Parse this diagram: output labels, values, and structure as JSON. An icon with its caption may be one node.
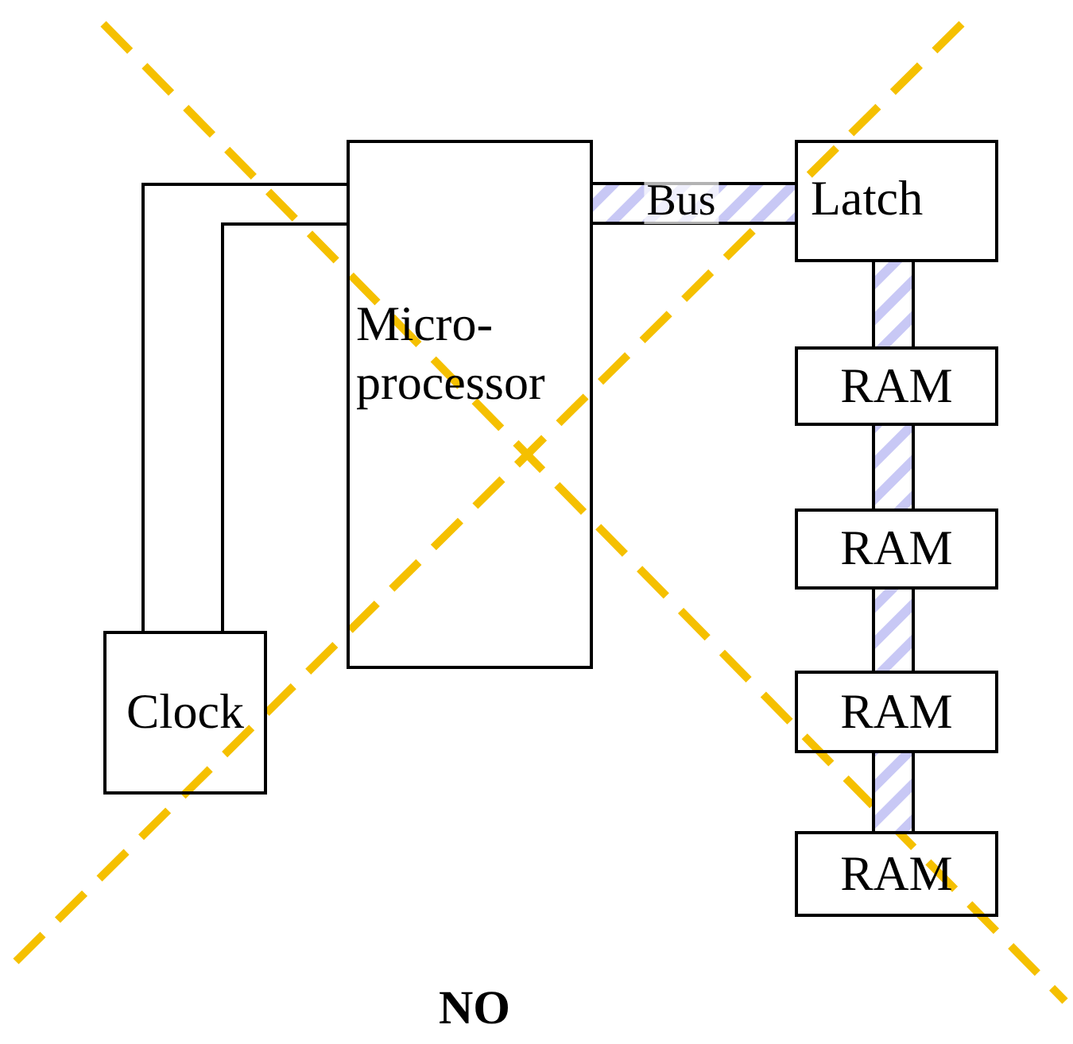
{
  "diagram": {
    "nodes": [
      {
        "text": [
          "Micro-processor"
        ]
      },
      {
        "text": [
          "Latch"
        ]
      },
      {
        "text": [
          "RAM"
        ]
      },
      {
        "text": [
          "RAM"
        ]
      },
      {
        "text": [
          "RAM"
        ]
      },
      {
        "text": [
          "RAM"
        ]
      },
      {
        "text": [
          "Clock"
        ]
      }
    ],
    "edges": [
      {
        "from": 0,
        "to": 1,
        "arrow": "none",
        "label": "Bus",
        "style": "thick"
      },
      {
        "from": 1,
        "to": 2,
        "arrow": "none",
        "style": "thick"
      },
      {
        "from": 2,
        "to": 3,
        "arrow": "none",
        "style": "thick"
      },
      {
        "from": 3,
        "to": 4,
        "arrow": "none",
        "style": "thick"
      },
      {
        "from": 4,
        "to": 5,
        "arrow": "none",
        "style": "thick"
      },
      {
        "from": 6,
        "to": 0,
        "arrow": "none"
      },
      {
        "from": 6,
        "to": 0,
        "arrow": "none"
      }
    ],
    "labels": [
      "NO"
    ]
  }
}
